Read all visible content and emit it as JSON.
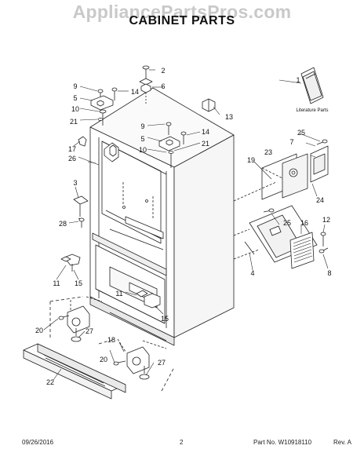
{
  "header": {
    "watermark": "AppliancePartsPros.com",
    "title": "CABINET PARTS"
  },
  "literature": {
    "label": "Literature Parts"
  },
  "callouts": [
    "1",
    "2",
    "3",
    "4",
    "5",
    "5",
    "6",
    "7",
    "8",
    "9",
    "9",
    "10",
    "10",
    "11",
    "11",
    "12",
    "13",
    "14",
    "14",
    "15",
    "15",
    "16",
    "17",
    "18",
    "19",
    "20",
    "20",
    "21",
    "21",
    "22",
    "23",
    "24",
    "25",
    "25",
    "26",
    "27",
    "27",
    "28"
  ],
  "footer": {
    "date": "09/26/2016",
    "page": "2",
    "part_number": "Part No. W10918110",
    "revision": "Rev. A"
  }
}
